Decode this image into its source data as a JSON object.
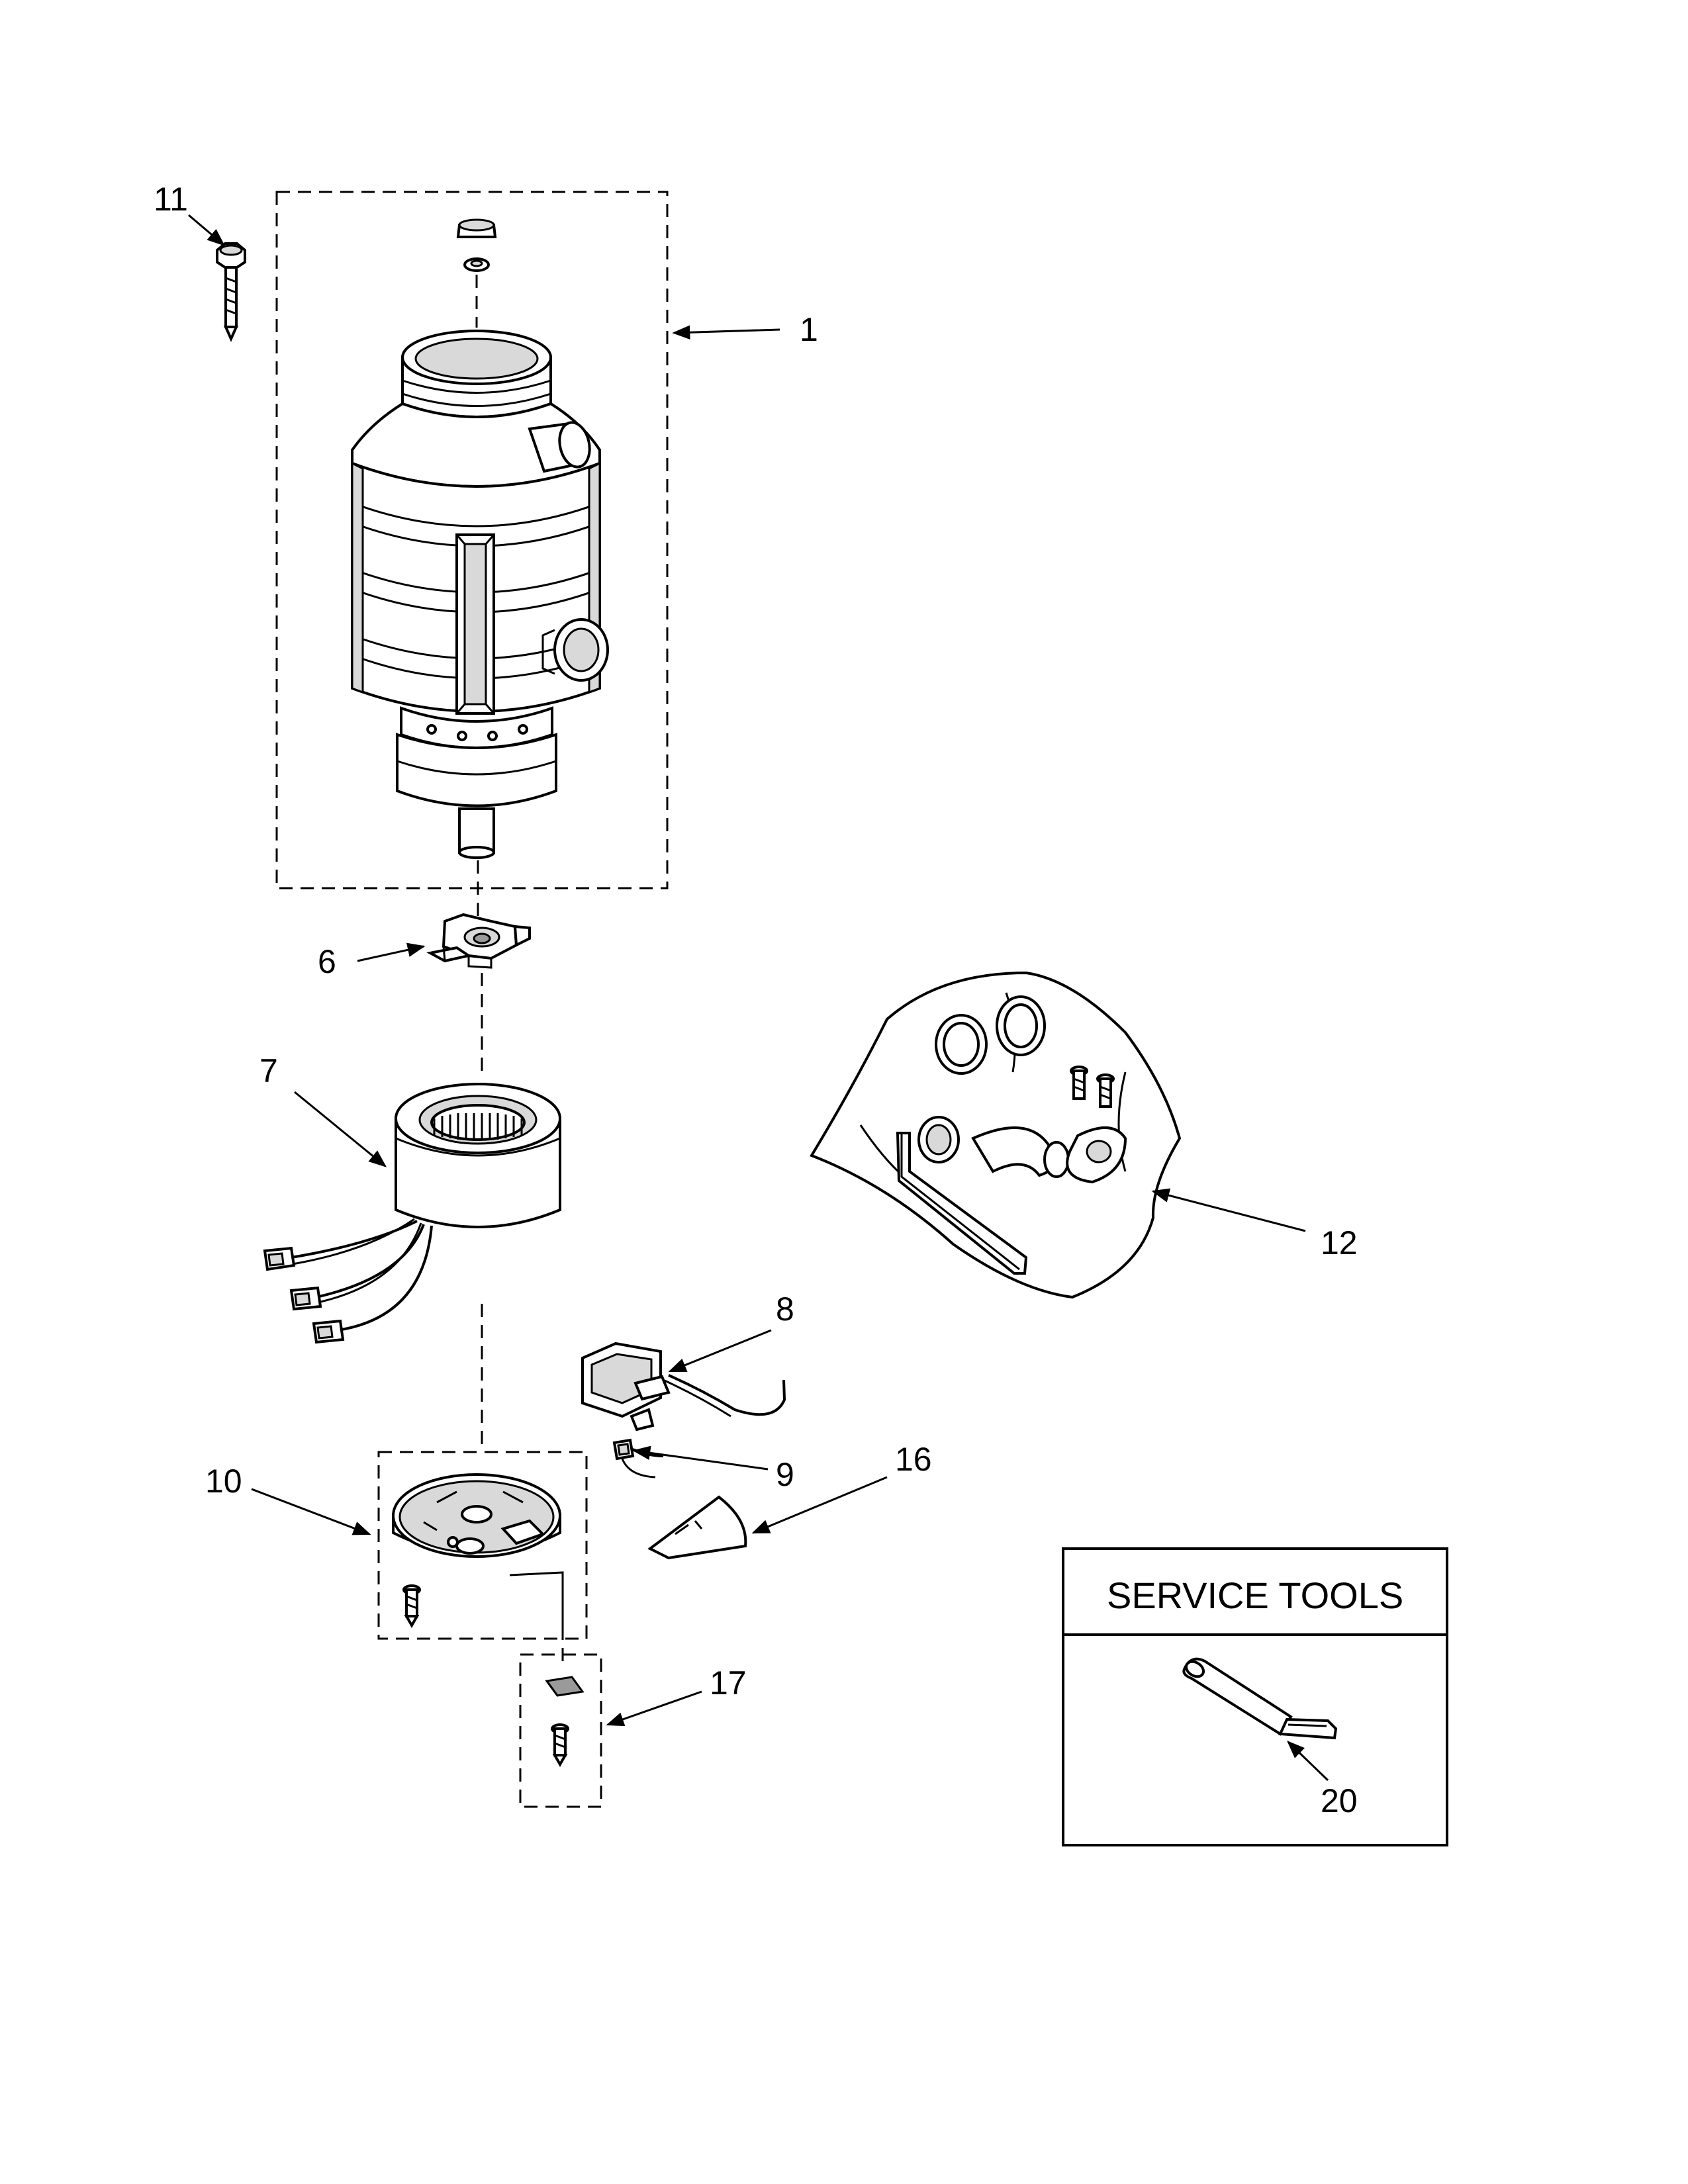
{
  "callouts": {
    "c1": "1",
    "c6": "6",
    "c7": "7",
    "c8": "8",
    "c9": "9",
    "c10": "10",
    "c11": "11",
    "c12": "12",
    "c16": "16",
    "c17": "17",
    "c20": "20"
  },
  "service_tools": {
    "title": "SERVICE TOOLS"
  }
}
